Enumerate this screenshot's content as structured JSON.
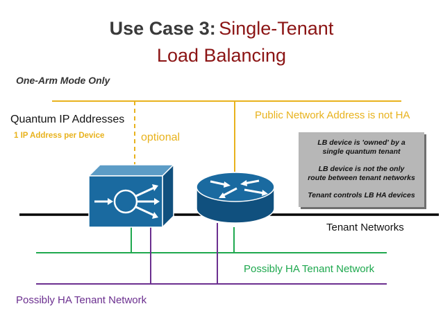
{
  "title": {
    "prefix": "Use Case 3:",
    "line1": "Single-Tenant",
    "line2": "Load Balancing"
  },
  "mode_label": "One-Arm Mode Only",
  "quantum_ip_label": "Quantum IP Addresses",
  "ip_per_device_label": "1 IP Address per Device",
  "optional_label": "optional",
  "public_network_label": "Public Network Address is not HA",
  "notes": {
    "line1": "LB device is 'owned' by a",
    "line2": "single quantum tenant",
    "line3": "LB device is not the only",
    "line4": "route between tenant networks",
    "line5": "Tenant controls LB HA devices"
  },
  "tenant_networks_label": "Tenant Networks",
  "ha_tenant_network_green": "Possibly HA Tenant Network",
  "ha_tenant_network_purple": "Possibly HA Tenant Network",
  "colors": {
    "title_dark": "#3a3a3a",
    "title_red": "#8b1414",
    "public_net": "#e8b21c",
    "tenant_green": "#1ea84e",
    "tenant_purple": "#6b2f8f",
    "device_blue": "#1a6aa0"
  },
  "icons": {
    "load_balancer": "load-balancer-icon",
    "router": "router-icon"
  }
}
